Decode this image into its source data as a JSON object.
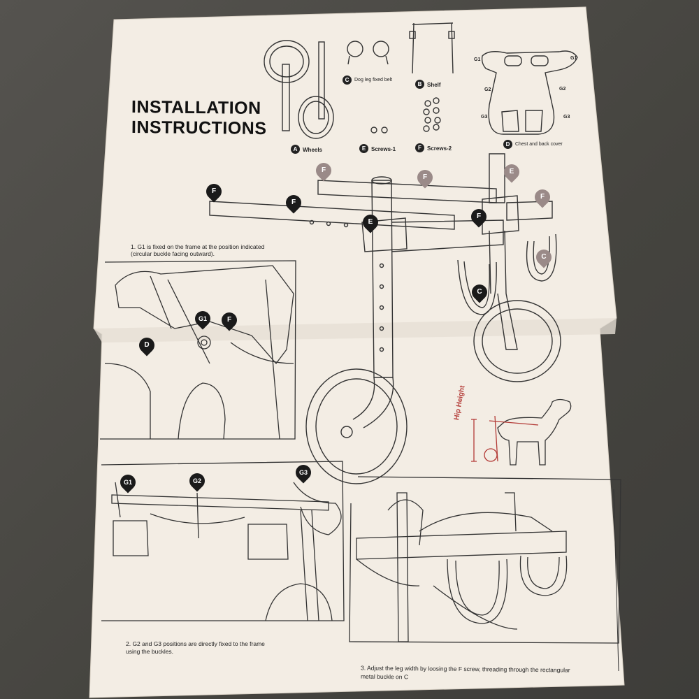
{
  "header": {
    "title_line1": "INSTALLATION",
    "title_line2": "INSTRUCTIONS"
  },
  "parts": [
    {
      "code": "A",
      "label": "Wheels"
    },
    {
      "code": "B",
      "label": "Shelf"
    },
    {
      "code": "C",
      "label": "Dog leg fixed belt"
    },
    {
      "code": "D",
      "label": "Chest and back cover"
    },
    {
      "code": "E",
      "label": "Screws-1"
    },
    {
      "code": "F",
      "label": "Screws-2"
    }
  ],
  "steps": {
    "step1": "1. G1 is fixed on the frame at the position indicated (circular buckle facing outward).",
    "step2_line1": "2. G2 and G3 positions are directly fixed to the frame",
    "step2_line2": "using the buckles.",
    "step3_line1": "3. Adjust the leg width by loosing the F screw, threading through the rectangular",
    "step3_line2": "metal buckle on C"
  },
  "markers": {
    "F": "F",
    "E": "E",
    "C": "C",
    "D": "D",
    "G1": "G1",
    "G2": "G2",
    "G3": "G3",
    "G1b": "G1",
    "G2b": "G2",
    "G3b": "G3"
  },
  "hip_label": "Hip Height",
  "colors": {
    "paper": "#f3ede4",
    "ink": "#1c1b1a",
    "accent": "#b33a36",
    "surface": "#4a4a48"
  }
}
